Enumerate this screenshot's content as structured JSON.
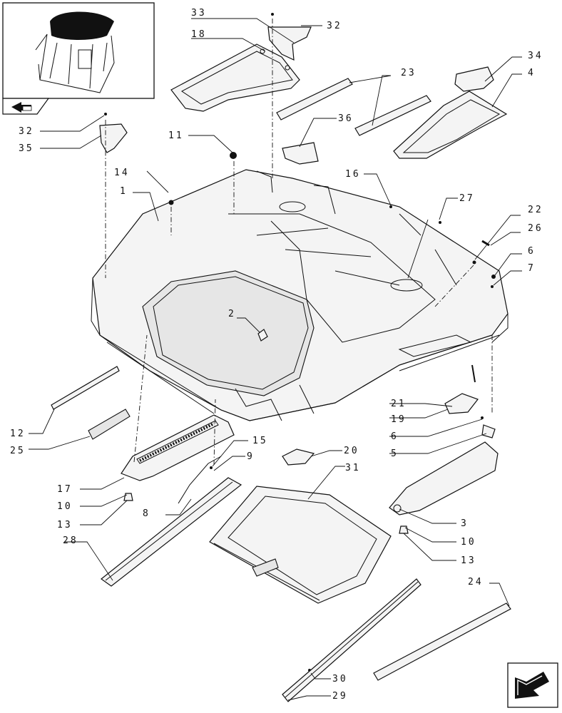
{
  "diagram": {
    "labels": {
      "n1": "1",
      "n2": "2",
      "n3": "3",
      "n4": "4",
      "n5": "5",
      "n6a": "6",
      "n6b": "6",
      "n7": "7",
      "n8": "8",
      "n9": "9",
      "n10a": "10",
      "n10b": "10",
      "n11": "11",
      "n12": "12",
      "n13a": "13",
      "n13b": "13",
      "n14": "14",
      "n15": "15",
      "n16": "16",
      "n17": "17",
      "n18": "18",
      "n19": "19",
      "n20": "20",
      "n21": "21",
      "n22": "22",
      "n23": "23",
      "n24": "24",
      "n25": "25",
      "n26": "26",
      "n27": "27",
      "n28": "28",
      "n29": "29",
      "n30": "30",
      "n31": "31",
      "n32a": "32",
      "n32b": "32",
      "n33": "33",
      "n34": "34",
      "n35": "35",
      "n36": "36"
    }
  },
  "icons": {
    "thumbnail": "tractor-cab-roof-thumbnail",
    "prev": "previous-page-arrow-icon",
    "next": "next-page-arrow-icon"
  }
}
